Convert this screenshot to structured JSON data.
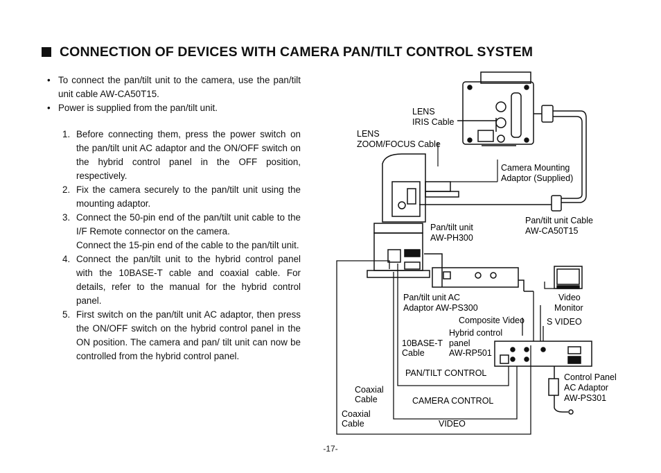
{
  "heading": "CONNECTION OF DEVICES WITH CAMERA PAN/TILT CONTROL SYSTEM",
  "bullets": [
    "To connect the pan/tilt unit to the camera, use the pan/tilt unit cable AW-CA50T15.",
    "Power is supplied from the pan/tilt unit."
  ],
  "steps": [
    {
      "num": "1.",
      "text": "Before connecting them, press the power switch on the pan/tilt unit AC adaptor and the ON/OFF switch on the hybrid control panel in the OFF position, respectively."
    },
    {
      "num": "2.",
      "text": "Fix the camera securely to the pan/tilt unit using the mounting adaptor."
    },
    {
      "num": "3.",
      "text": "Connect the 50-pin end of the pan/tilt unit cable to the I/F Remote connector on the camera.",
      "extra": "Connect the 15-pin end of the cable to the pan/tilt unit."
    },
    {
      "num": "4.",
      "text": "Connect the pan/tilt unit to the hybrid control panel with the 10BASE-T cable and coaxial cable. For details, refer to the manual for the hybrid control panel."
    },
    {
      "num": "5.",
      "text": "First switch on the pan/tilt unit AC adaptor, then press the ON/OFF switch on the hybrid control panel in the ON position. The camera and pan/ tilt unit can now be controlled from the hybrid control panel."
    }
  ],
  "diagram": {
    "lens": "LENS",
    "iris_cable": "IRIS Cable",
    "lens2": "LENS",
    "zoom_focus_cable": "ZOOM/FOCUS Cable",
    "camera_mounting": "Camera Mounting",
    "adaptor_supplied": "Adaptor (Supplied)",
    "pan_tilt_unit": "Pan/tilt unit",
    "pan_tilt_model": "AW-PH300",
    "pan_tilt_cable": "Pan/tilt unit Cable",
    "pan_tilt_cable_model": "AW-CA50T15",
    "ac_adaptor": "Pan/tilt unit AC",
    "ac_adaptor_model": "Adaptor AW-PS300",
    "video": "Video",
    "monitor": "Monitor",
    "composite_video": "Composite Video",
    "s_video": "S VIDEO",
    "hybrid_control": "Hybrid control",
    "tenbase": "10BASE-T",
    "panel": "panel",
    "cable": "Cable",
    "panel_model": "AW-RP501",
    "pan_tilt_control": "PAN/TILT CONTROL",
    "control_panel": "Control Panel",
    "control_panel_ac": "AC Adaptor",
    "control_panel_model": "AW-PS301",
    "coaxial1": "Coaxial",
    "cable1": "Cable",
    "camera_control": "CAMERA CONTROL",
    "coaxial2": "Coaxial",
    "cable2": "Cable",
    "video_line": "VIDEO"
  },
  "page_number": "-17-"
}
